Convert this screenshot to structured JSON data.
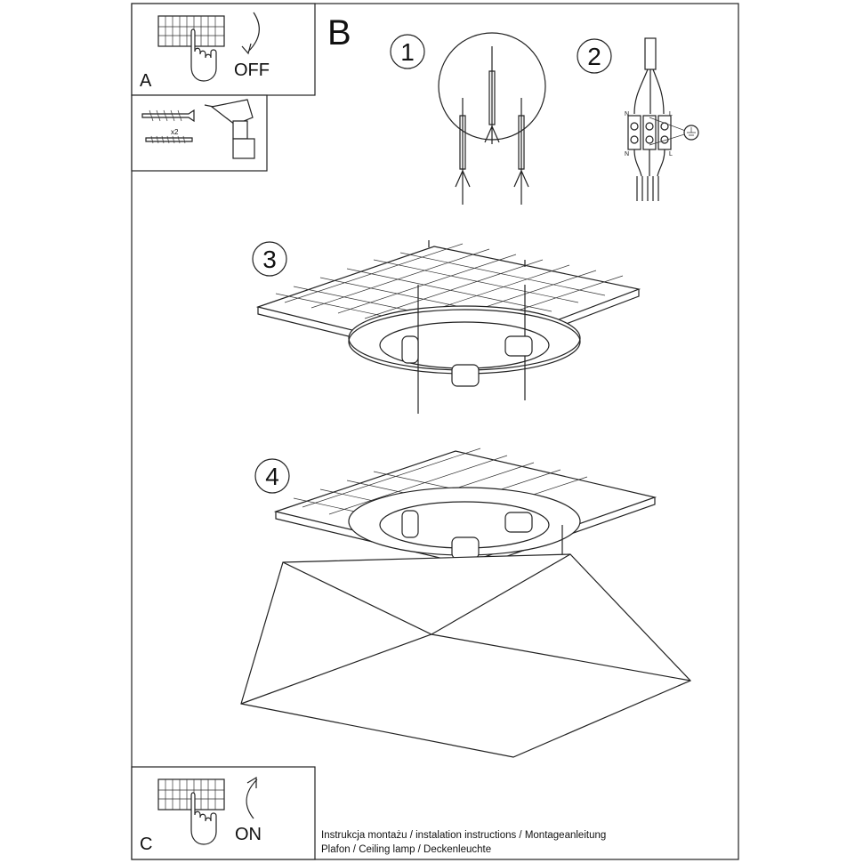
{
  "panel_a": {
    "letter": "A",
    "action": "OFF"
  },
  "tools": {
    "quantity": "x2"
  },
  "panel_b": {
    "letter": "B"
  },
  "steps": [
    {
      "number": "1"
    },
    {
      "number": "2"
    },
    {
      "number": "3"
    },
    {
      "number": "4"
    }
  ],
  "wiring": {
    "neutral_top": "N",
    "live_top": "L",
    "neutral_bottom": "N",
    "live_bottom": "L"
  },
  "panel_c": {
    "letter": "C",
    "action": "ON"
  },
  "footer": {
    "line1": "Instrukcja montażu / instalation instructions / Montageanleitung",
    "line2": "Plafon / Ceiling lamp / Deckenleuchte"
  }
}
